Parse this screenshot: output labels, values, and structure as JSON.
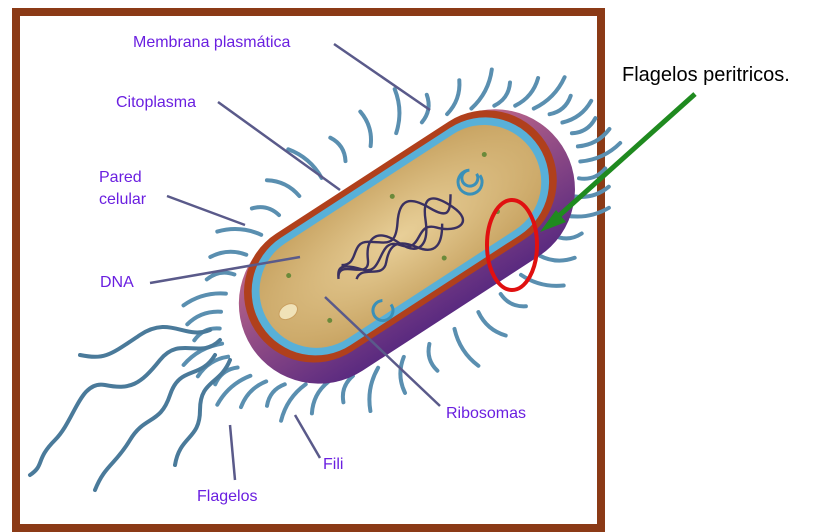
{
  "diagram": {
    "labels": {
      "membrana": "Membrana plasmática",
      "citoplasma": "Citoplasma",
      "pared_1": "Pared",
      "pared_2": "celular",
      "dna": "DNA",
      "ribosomas": "Ribosomas",
      "fili": "Fili",
      "flagelos": "Flagelos"
    },
    "callout": "Flagelos peritricos.",
    "colors": {
      "frame": "#8b3a16",
      "label_text": "#6a1fe0",
      "leader_line": "#5a5a8a",
      "arrow": "#1f8a1f",
      "highlight_ellipse": "#e01010",
      "cell_body": "#7a3aa0",
      "cytoplasm": "#d9b878",
      "flagella": "#4a7a9a"
    }
  }
}
